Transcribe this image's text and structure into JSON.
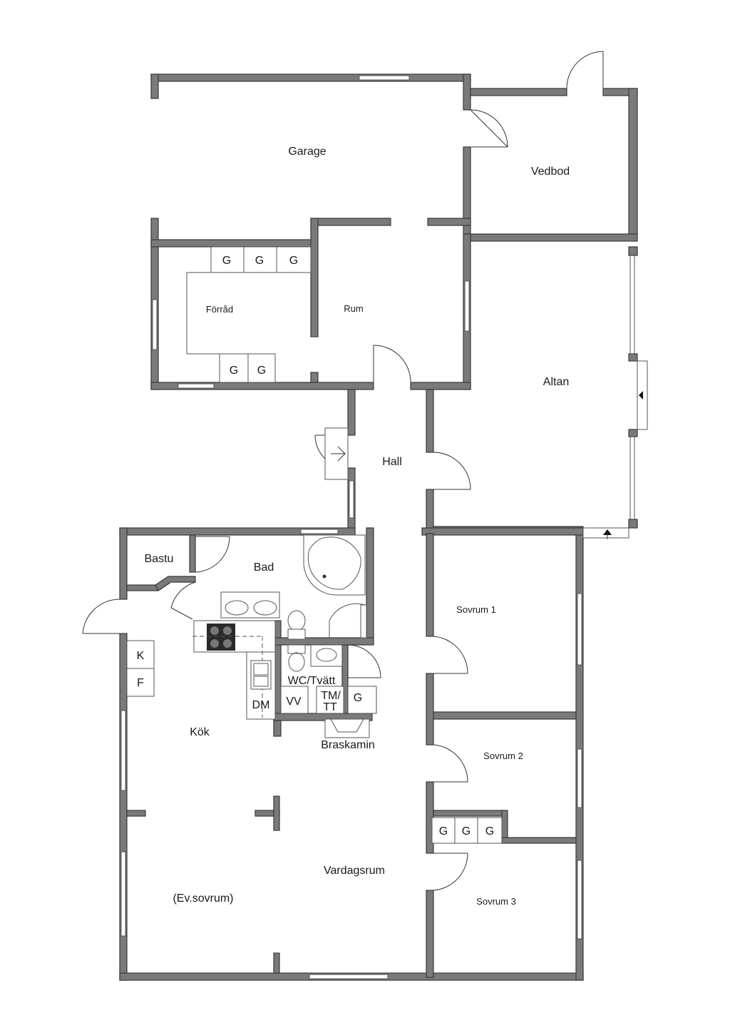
{
  "rooms": {
    "garage": "Garage",
    "vedbod": "Vedbod",
    "forrad": "Förråd",
    "rum": "Rum",
    "altan": "Altan",
    "hall": "Hall",
    "bastu": "Bastu",
    "bad": "Bad",
    "sovrum1": "Sovrum 1",
    "sovrum2": "Sovrum 2",
    "sovrum3": "Sovrum 3",
    "wc_tvatt": "WC/Tvätt",
    "kok": "Kök",
    "braskamin": "Braskamin",
    "vardagsrum": "Vardagsrum",
    "ev_sovrum": "(Ev.sovrum)"
  },
  "fixtures": {
    "wardrobe": "G",
    "fridge": "K",
    "freezer": "F",
    "dishwasher": "DM",
    "water_heater": "VV",
    "tm_line1": "TM/",
    "tm_line2": "TT"
  }
}
